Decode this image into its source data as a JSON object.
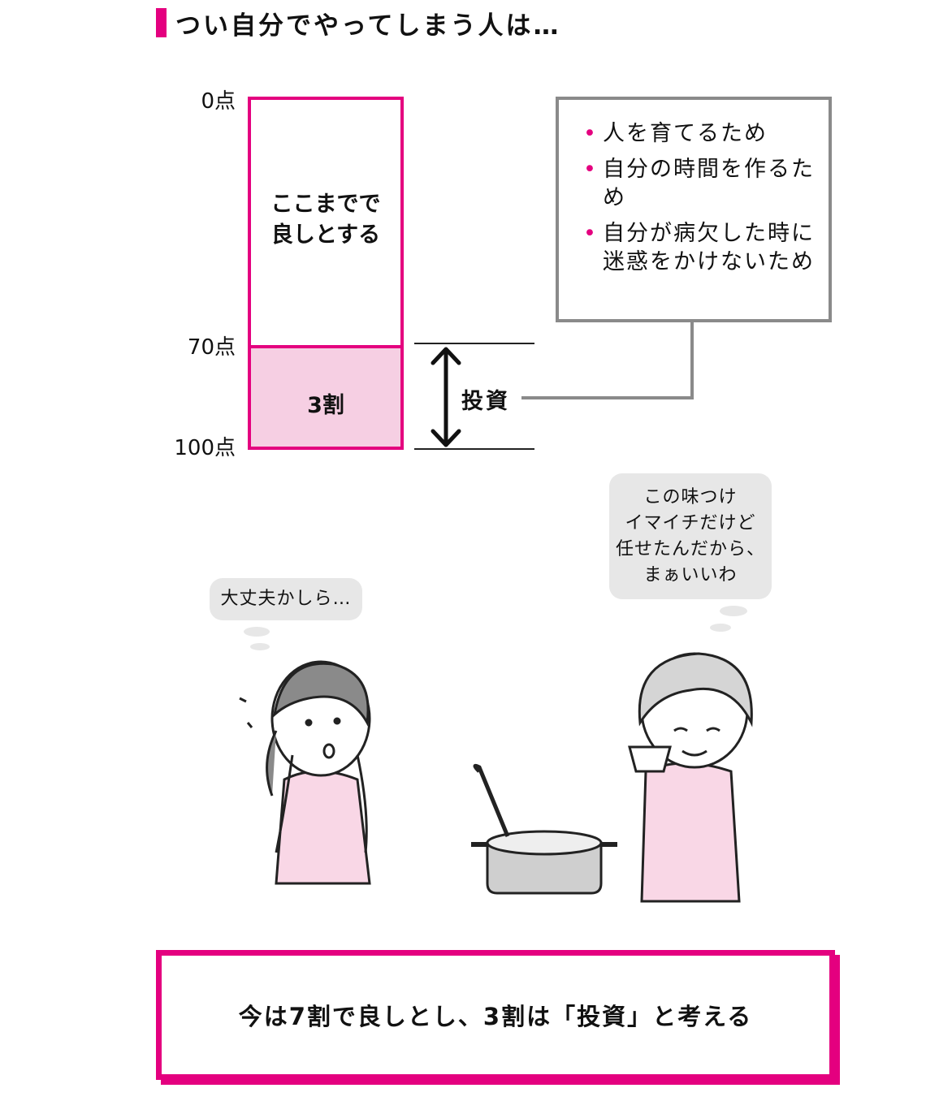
{
  "title": "つい自分でやってしまう人は…",
  "scale": {
    "top": "0点",
    "mid": "70点",
    "bottom": "100点"
  },
  "bar": {
    "upper_label": "ここまでで\n良しとする",
    "lower_label": "3割",
    "accept_ratio": 0.7
  },
  "invest_label": "投資",
  "reasons": [
    {
      "bullet": "•",
      "text": "人を育てるため"
    },
    {
      "bullet": "•",
      "text": "自分の時間を作るため"
    },
    {
      "bullet": "•",
      "text": "自分が病欠した時に迷惑をかけないため"
    }
  ],
  "bubbles": {
    "left": "大丈夫かしら…",
    "right": [
      "この味つけ",
      "イマイチだけど",
      "任せたんだから、",
      "まぁいいわ"
    ]
  },
  "conclusion": "今は7割で良しとし、3割は「投資」と考える",
  "colors": {
    "accent": "#e4007f",
    "accent_light": "#f6cfe3",
    "box_border": "#8a8a8a"
  }
}
